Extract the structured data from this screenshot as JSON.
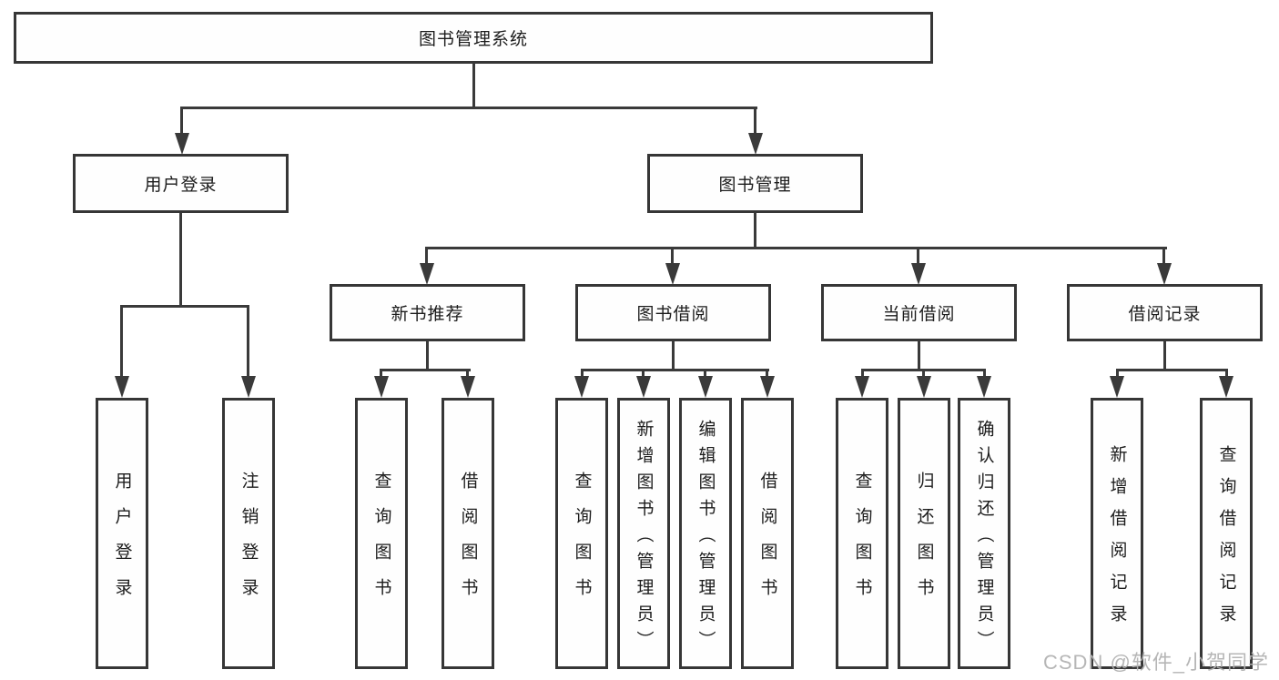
{
  "diagram": {
    "root": {
      "label": "图书管理系统"
    },
    "branches": {
      "user_login": {
        "label": "用户登录",
        "children": {
          "login": {
            "label": "用户登录"
          },
          "logout": {
            "label": "注销登录"
          }
        }
      },
      "book_mgmt": {
        "label": "图书管理",
        "sections": {
          "new_book": {
            "label": "新书推荐",
            "children": {
              "query": {
                "label": "查询图书"
              },
              "borrow": {
                "label": "借阅图书"
              }
            }
          },
          "borrowing": {
            "label": "图书借阅",
            "children": {
              "query": {
                "label": "查询图书"
              },
              "add": {
                "label": "新增图书（管理员）"
              },
              "edit": {
                "label": "编辑图书（管理员）"
              },
              "borrow": {
                "label": "借阅图书"
              }
            }
          },
          "current": {
            "label": "当前借阅",
            "children": {
              "query": {
                "label": "查询图书"
              },
              "return": {
                "label": "归还图书"
              },
              "confirm": {
                "label": "确认归还（管理员）"
              }
            }
          },
          "records": {
            "label": "借阅记录",
            "children": {
              "add": {
                "label": "新增借阅记录"
              },
              "query": {
                "label": "查询借阅记录"
              }
            }
          }
        }
      }
    }
  },
  "watermark": {
    "text": "CSDN @软件_小贺同学"
  },
  "colors": {
    "line": "#3a3a3a",
    "box_border": "#363636",
    "text": "#1c1c1c",
    "watermark": "#b2b2b2",
    "background": "#ffffff"
  }
}
